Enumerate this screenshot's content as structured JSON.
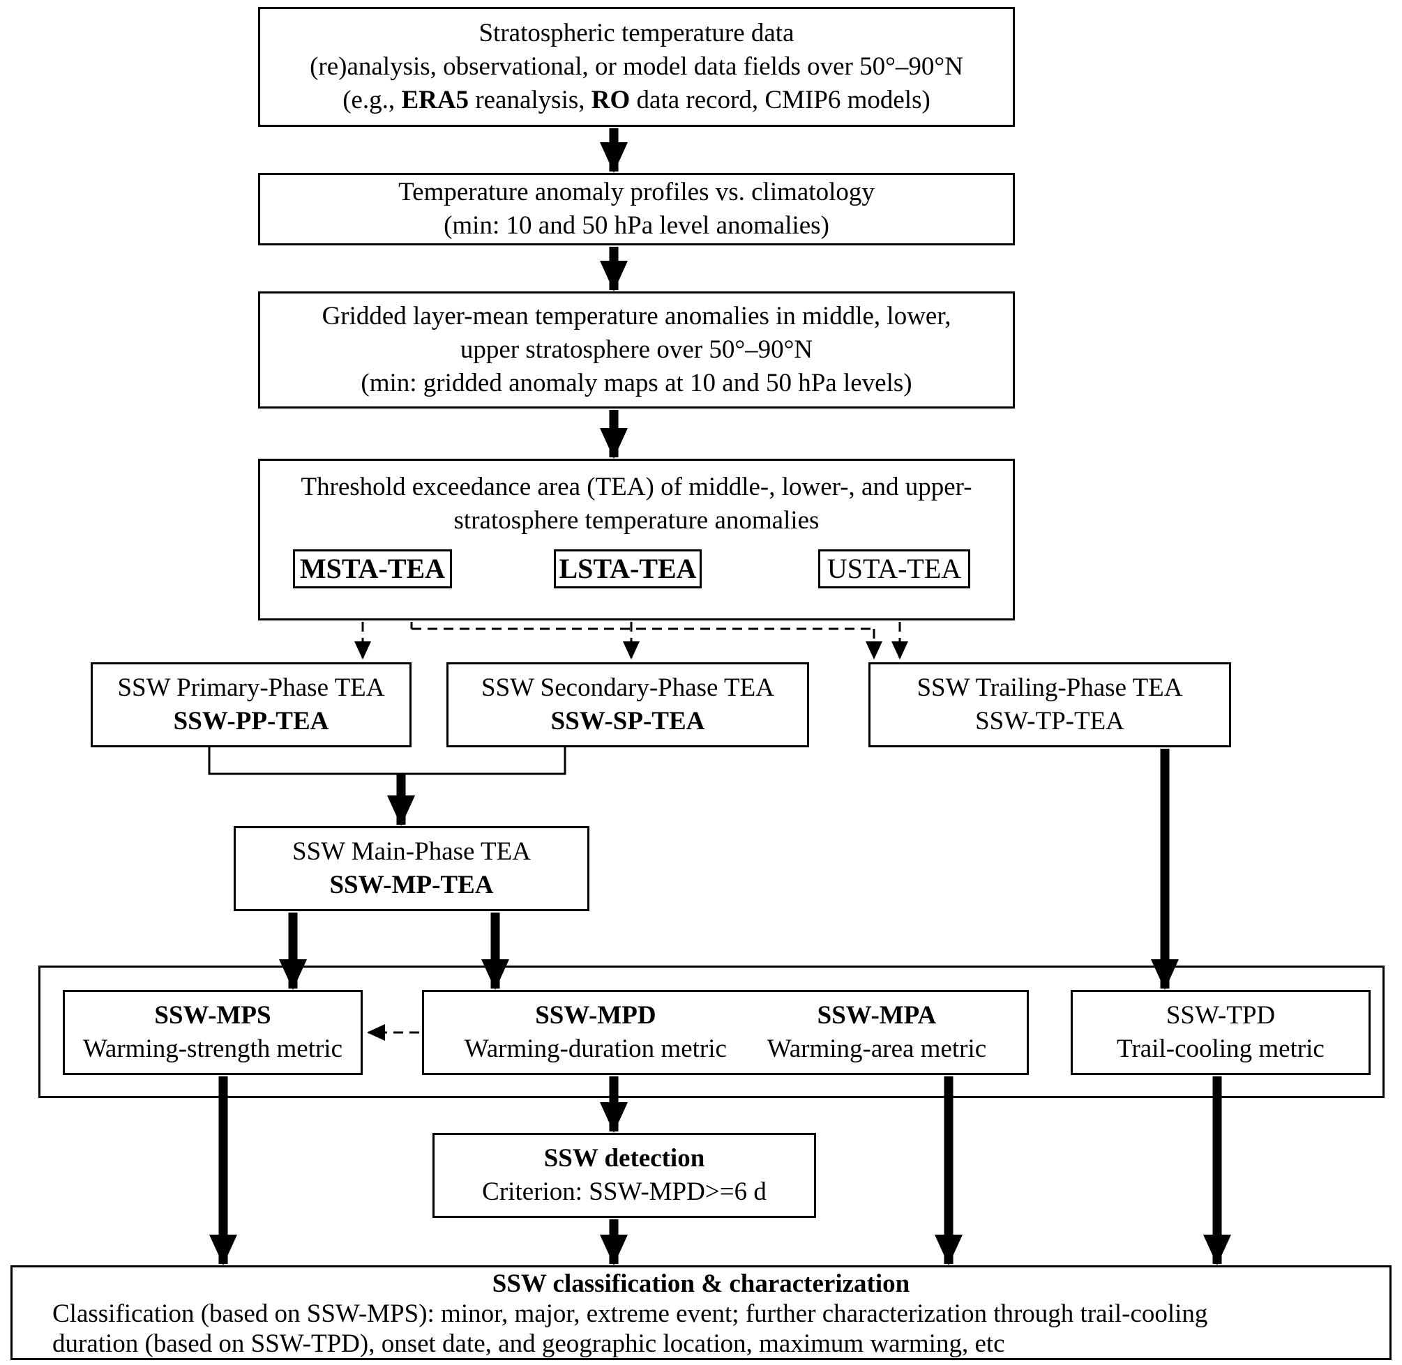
{
  "boxes": {
    "source_data": {
      "line1": "Stratospheric temperature data",
      "line2": "(re)analysis, observational, or model data fields over 50°–90°N",
      "line3": {
        "p1": "(e.g., ",
        "b1": "ERA5",
        "p2": " reanalysis, ",
        "b2": "RO",
        "p3": " data record, CMIP6 models)"
      }
    },
    "anomaly_profiles": {
      "line1": "Temperature anomaly profiles vs. climatology",
      "line2": "(min: 10 and 50 hPa level anomalies)"
    },
    "gridded_anomalies": {
      "line1": "Gridded layer-mean temperature anomalies in middle, lower,",
      "line2": "upper stratosphere over 50°–90°N",
      "line3": "(min: gridded anomaly maps at 10 and 50 hPa levels)"
    },
    "tea": {
      "line1": "Threshold exceedance area (TEA) of middle-, lower-, and upper-",
      "line2": "stratosphere temperature anomalies",
      "msta_label": "MSTA-TEA",
      "lsta_label": "LSTA-TEA",
      "usta_label": "USTA-TEA"
    },
    "primary_phase": {
      "line1": "SSW Primary-Phase TEA",
      "line2": "SSW-PP-TEA"
    },
    "secondary_phase": {
      "line1": "SSW Secondary-Phase TEA",
      "line2": "SSW-SP-TEA"
    },
    "trailing_phase": {
      "line1": "SSW Trailing-Phase TEA",
      "line2": "SSW-TP-TEA"
    },
    "main_phase": {
      "line1": "SSW Main-Phase TEA",
      "line2": "SSW-MP-TEA"
    },
    "mps": {
      "title": "SSW-MPS",
      "desc": "Warming-strength metric"
    },
    "mpd": {
      "title": "SSW-MPD",
      "desc": "Warming-duration metric"
    },
    "mpa": {
      "title": "SSW-MPA",
      "desc": "Warming-area metric"
    },
    "tpd": {
      "title": "SSW-TPD",
      "desc": "Trail-cooling metric"
    },
    "detection": {
      "title": "SSW detection",
      "desc": "Criterion: SSW-MPD>=6 d"
    },
    "classification": {
      "title": "SSW classification & characterization",
      "line1": "Classification (based on SSW-MPS): minor, major, extreme event; further characterization through trail-cooling",
      "line2": "duration (based on SSW-TPD), onset date, and geographic location, maximum warming, etc"
    }
  },
  "colors": {
    "line": "#000000",
    "background": "#ffffff",
    "text": "#000000"
  }
}
